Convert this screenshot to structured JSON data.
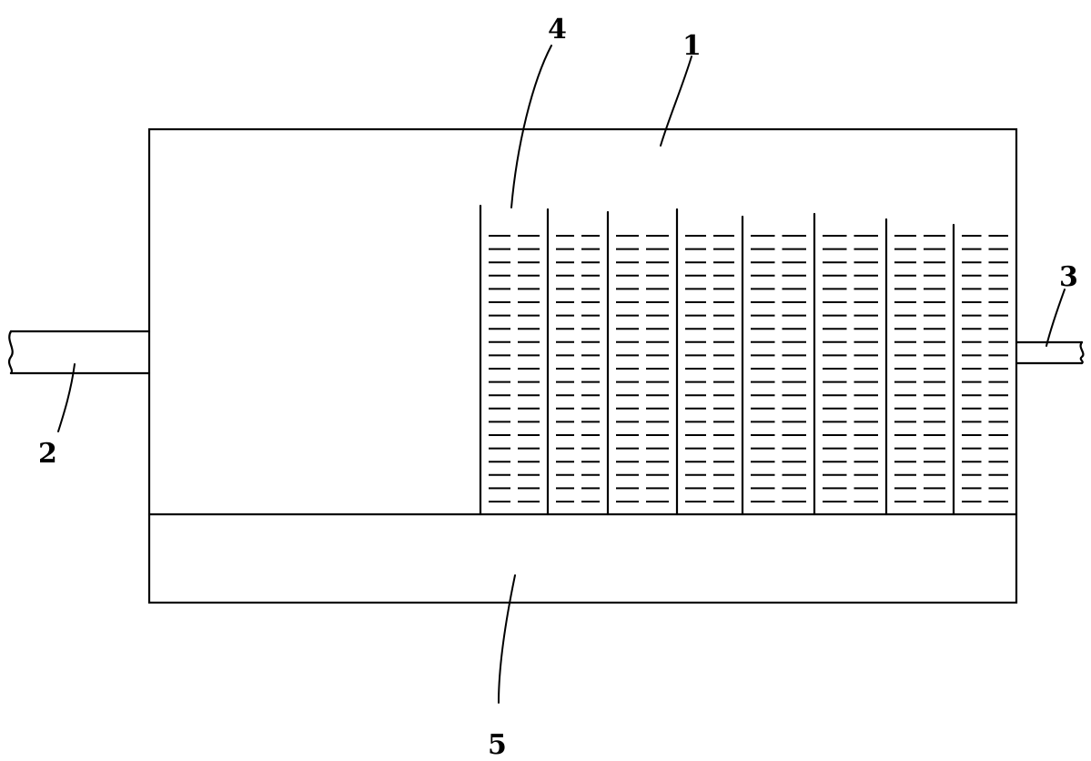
{
  "diagram": {
    "ink_color": "#000000",
    "background_color": "#ffffff",
    "labels": {
      "housing": "1",
      "inlet_pipe": "2",
      "outlet_pipe": "3",
      "filter_plates": "4",
      "base": "5"
    }
  }
}
